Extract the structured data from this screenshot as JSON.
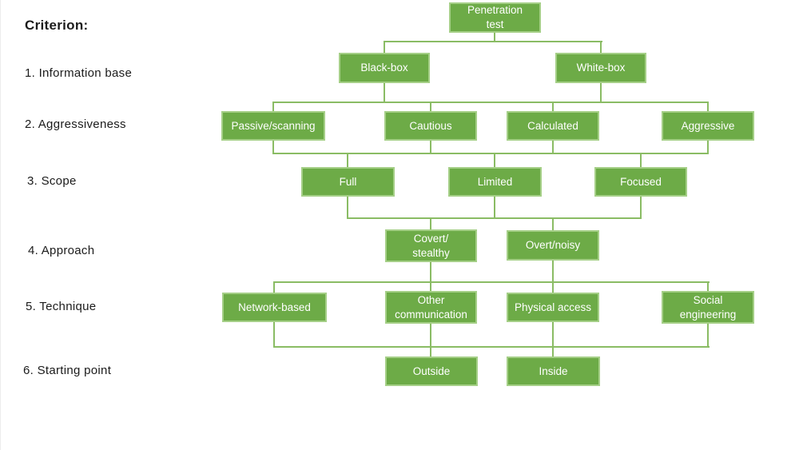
{
  "criteria": {
    "title": "Criterion:",
    "items": [
      "1. Information base",
      "2. Aggressiveness",
      "3. Scope",
      "4. Approach",
      "5. Technique",
      "6. Starting point"
    ]
  },
  "tree": {
    "root": "Penetration\ntest",
    "levels": [
      {
        "criterion": "1. Information base",
        "nodes": [
          "Black-box",
          "White-box"
        ]
      },
      {
        "criterion": "2. Aggressiveness",
        "nodes": [
          "Passive/scanning",
          "Cautious",
          "Calculated",
          "Aggressive"
        ]
      },
      {
        "criterion": "3. Scope",
        "nodes": [
          "Full",
          "Limited",
          "Focused"
        ]
      },
      {
        "criterion": "4. Approach",
        "nodes": [
          "Covert/\nstealthy",
          "Overt/noisy"
        ]
      },
      {
        "criterion": "5. Technique",
        "nodes": [
          "Network-based",
          "Other\ncommunication",
          "Physical access",
          "Social\nengineering"
        ]
      },
      {
        "criterion": "6. Starting point",
        "nodes": [
          "Outside",
          "Inside"
        ]
      }
    ]
  },
  "colors": {
    "node_fill": "#6dab47",
    "node_border": "#a5cf87",
    "connector_line": "#8abc64",
    "node_text": "#ffffff",
    "label_text": "#1b1b1b"
  }
}
